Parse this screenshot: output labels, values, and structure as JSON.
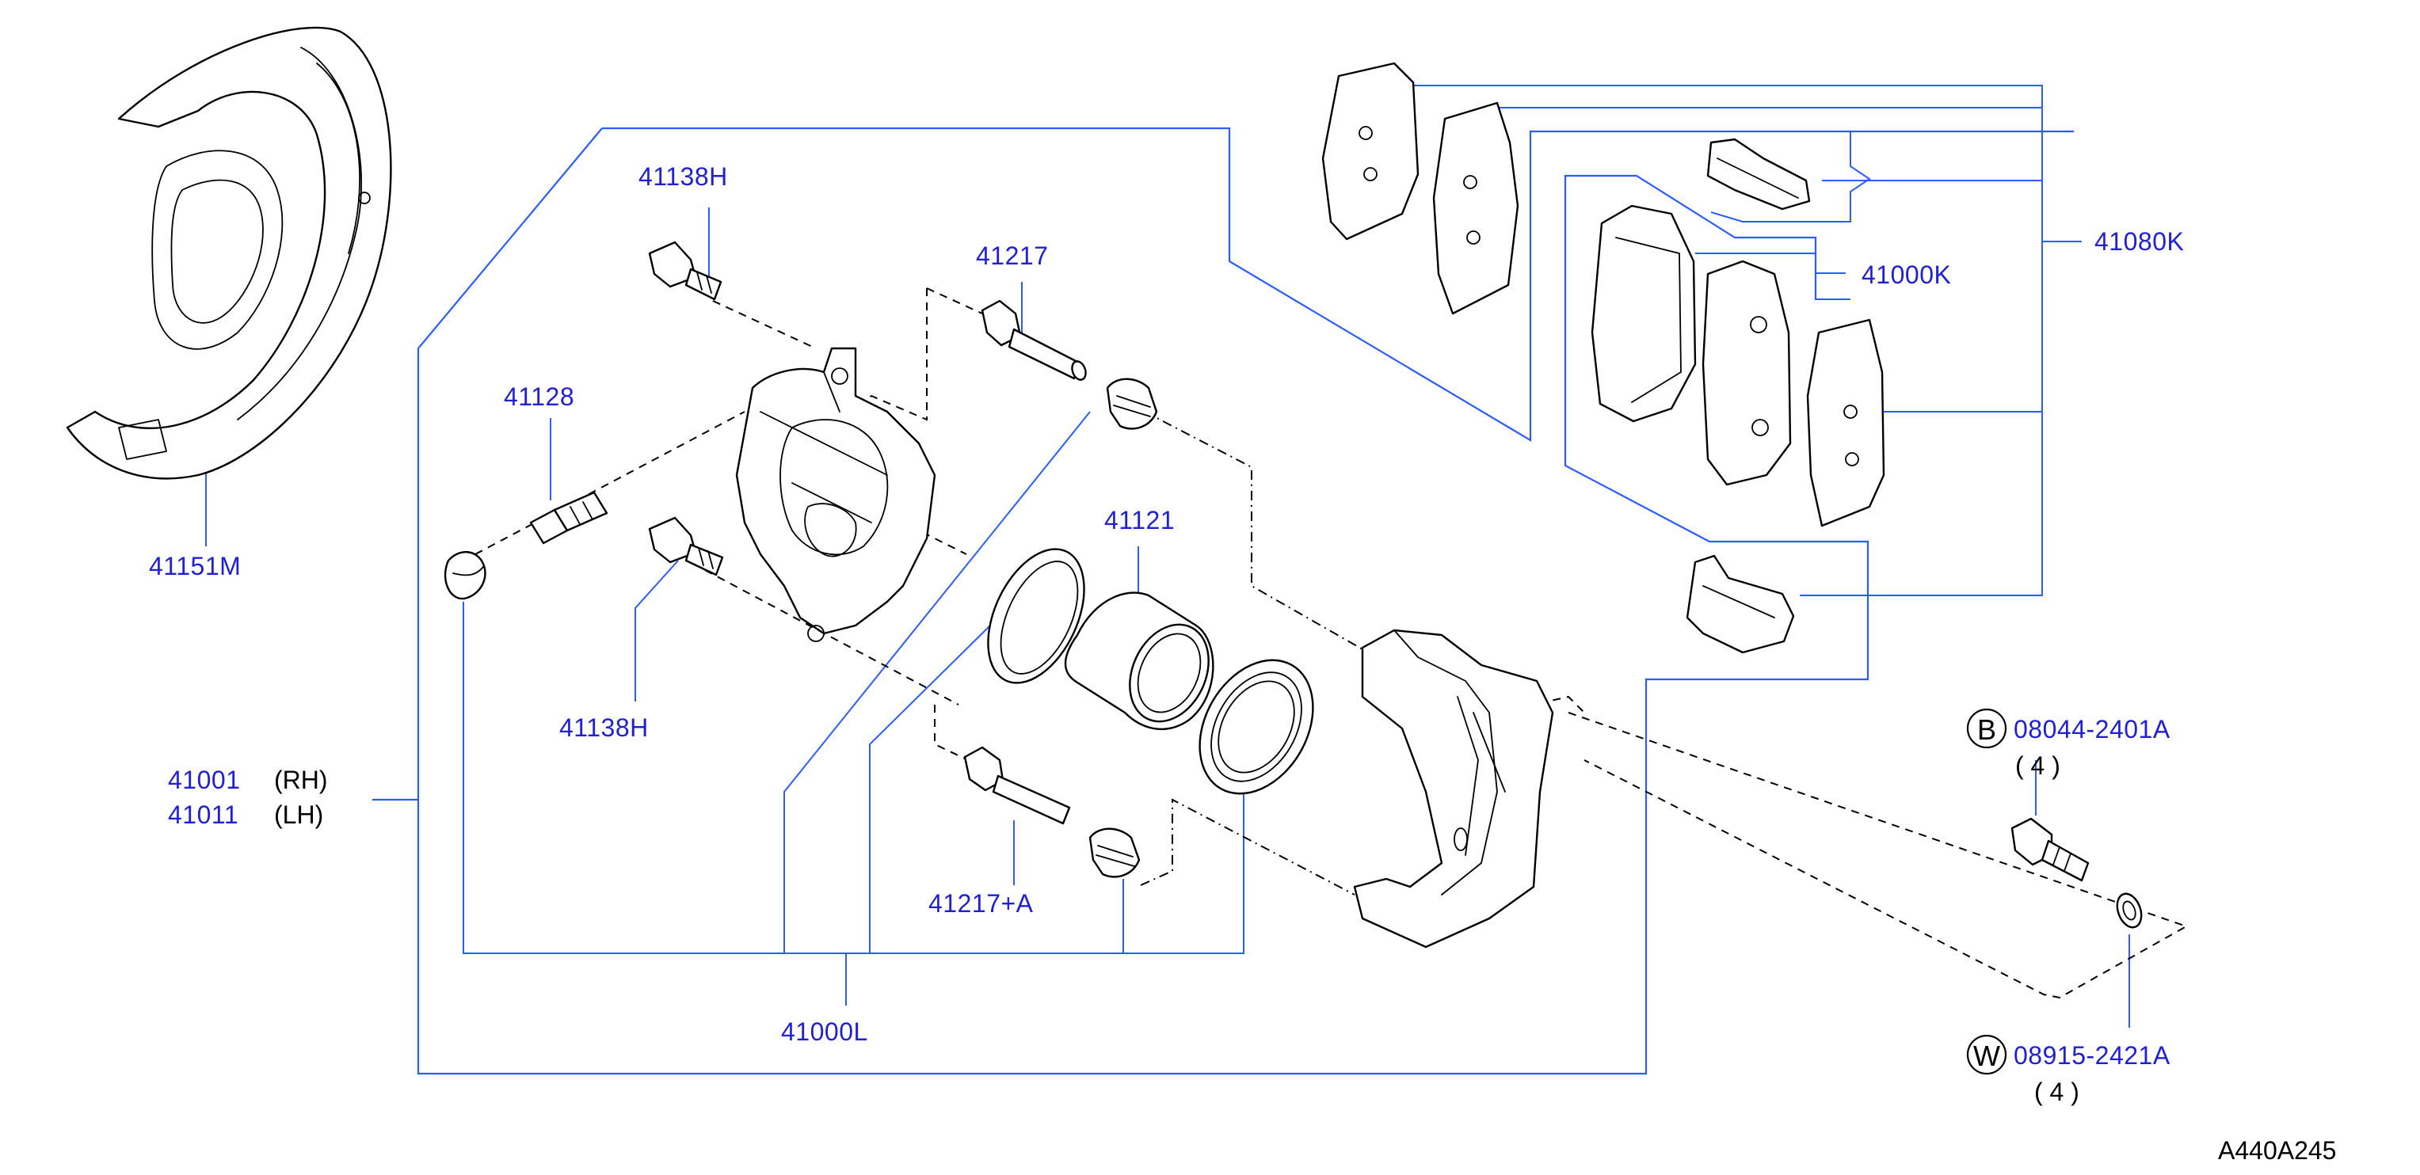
{
  "labels": {
    "shield": "41151M",
    "bolt_top": "41138H",
    "pin_top": "41217",
    "bleeder": "41128",
    "bolt_mid": "41138H",
    "seal_kit": "41121",
    "pin_lower": "41217+A",
    "repair_kit": "41000L",
    "caliper_rh_num": "41001",
    "caliper_rh_side": "(RH)",
    "caliper_lh_num": "41011",
    "caliper_lh_side": "(LH)",
    "pad_kit": "41080K",
    "pad_set": "41000K",
    "bolt_b_code": "B",
    "bolt_b_num": "08044-2401A",
    "bolt_b_qty": "( 4 )",
    "washer_w_code": "W",
    "washer_w_num": "08915-2421A",
    "washer_w_qty": "( 4 )",
    "figure_code": "A440A245"
  },
  "colors": {
    "label": "#1f1fd6",
    "leader": "#2a5cff",
    "linework": "#000000"
  }
}
